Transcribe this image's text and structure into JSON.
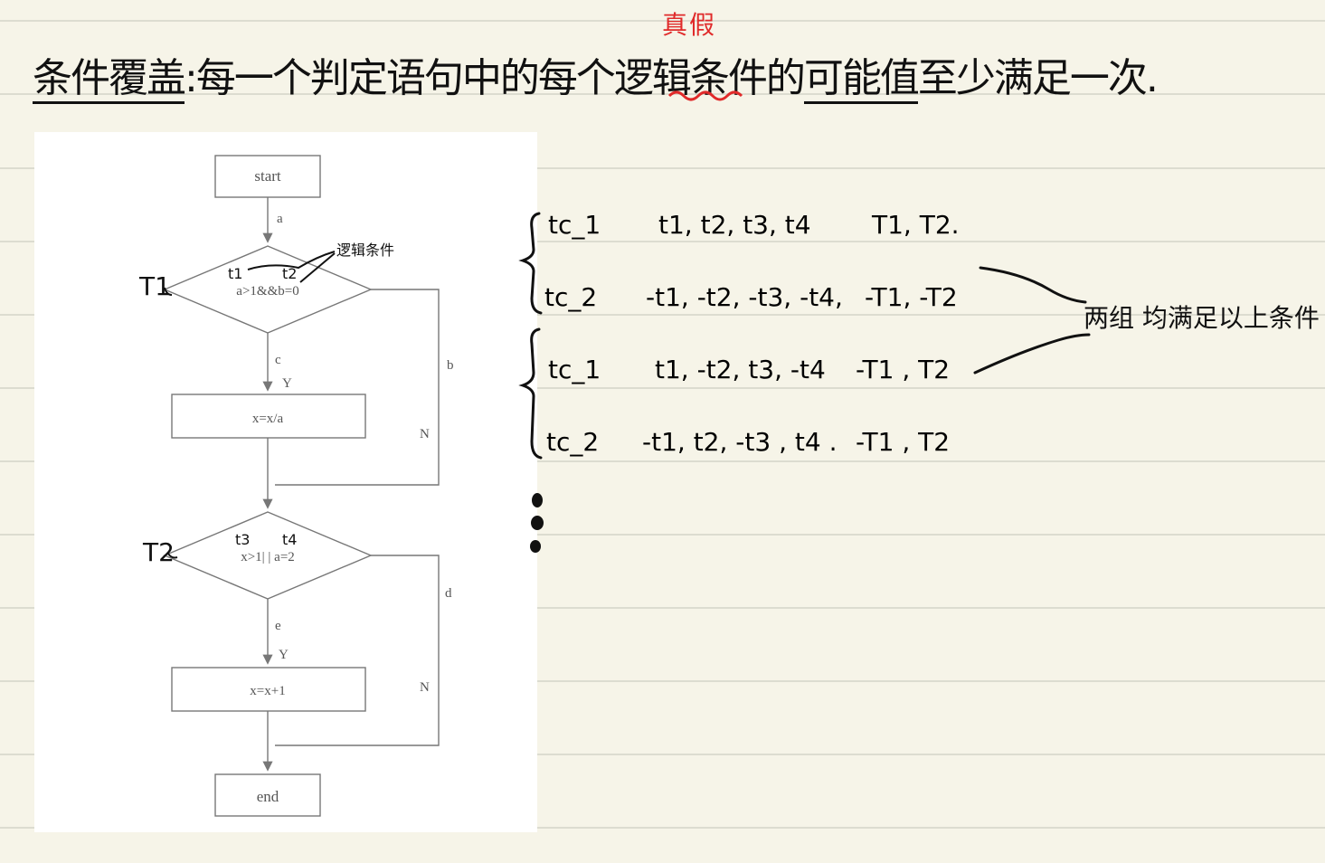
{
  "note": {
    "title_term": "条件覆盖",
    "title_rest": ":每一个判定语句中的每个逻辑条件的",
    "title_emph": "可能值",
    "title_tail": "至少满足一次.",
    "red_annotation": "真假"
  },
  "flowchart": {
    "start": "start",
    "end": "end",
    "decision1": "a>1&&b=0",
    "decision2": "x>1| | a=2",
    "process1": "x=x/a",
    "process2": "x=x+1",
    "edges": {
      "a": "a",
      "b": "b",
      "c": "c",
      "d": "d",
      "e": "e"
    },
    "yes": "Y",
    "no": "N"
  },
  "annotations": {
    "T1": "T1",
    "T2": "T2",
    "t1": "t1",
    "t2": "t2",
    "t3": "t3",
    "t4": "t4",
    "logic_condition": "逻辑条件"
  },
  "test_cases": [
    {
      "name": "tc_1",
      "conditions": "t1, t2, t3, t4",
      "decisions": "T1, T2."
    },
    {
      "name": "tc_2",
      "conditions": "-t1, -t2, -t3, -t4,",
      "decisions": "-T1, -T2"
    },
    {
      "name": "tc_1",
      "conditions": "t1, -t2, t3, -t4",
      "decisions": "-T1 , T2"
    },
    {
      "name": "tc_2",
      "conditions": "-t1, t2, -t3 , t4 .",
      "decisions": "-T1 , T2"
    }
  ],
  "side_note": "两组 均满足以上条件",
  "colors": {
    "paper": "#f6f4e8",
    "ink": "#111111",
    "red": "#e02a2a",
    "flow_line": "#777777"
  }
}
